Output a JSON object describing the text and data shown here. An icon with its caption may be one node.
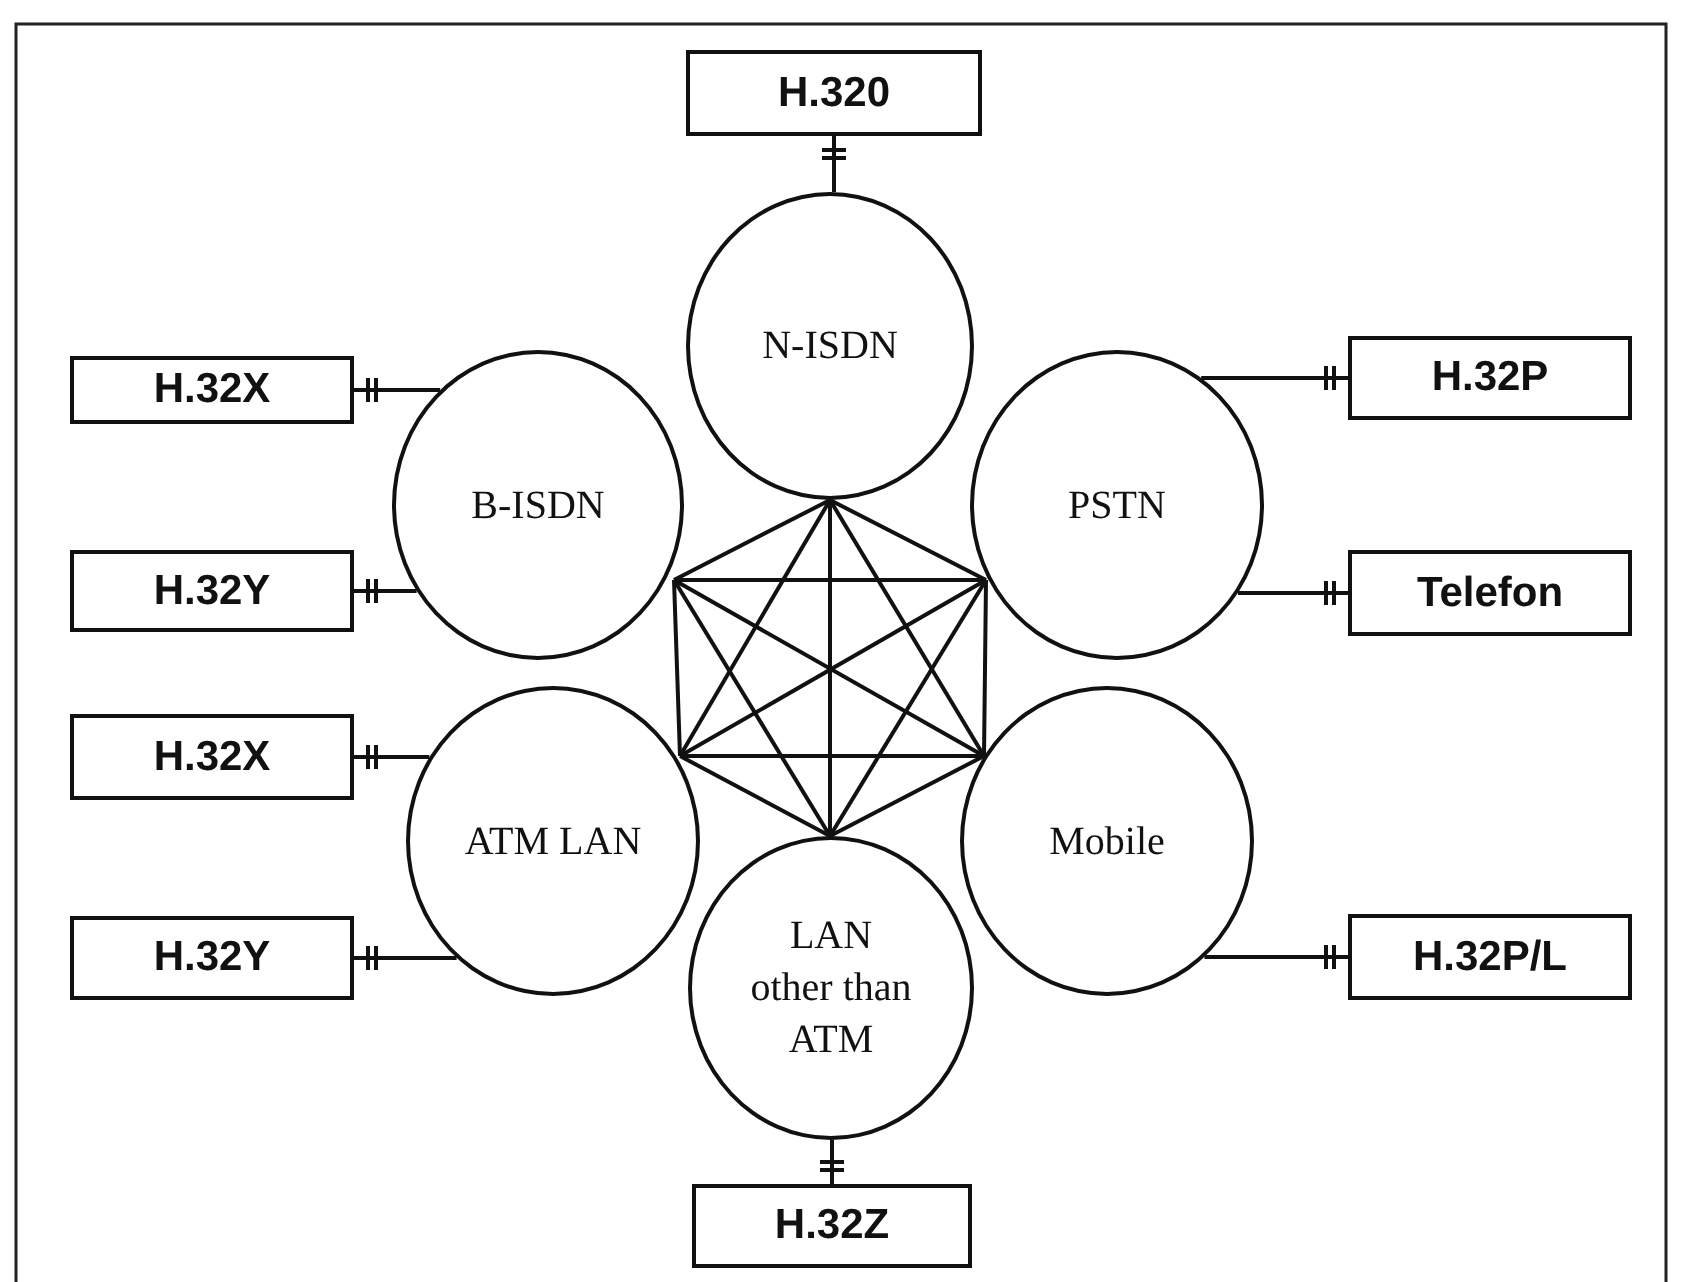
{
  "diagram": {
    "nodes": [
      {
        "text": [
          "H.320"
        ]
      },
      {
        "text": [
          "N-ISDN"
        ]
      },
      {
        "text": [
          "H.32X"
        ]
      },
      {
        "text": [
          "B-ISDN"
        ]
      },
      {
        "text": [
          "PSTN"
        ]
      },
      {
        "text": [
          "H.32P"
        ]
      },
      {
        "text": [
          "H.32Y"
        ]
      },
      {
        "text": [
          "Telefon"
        ]
      },
      {
        "text": [
          "H.32X"
        ]
      },
      {
        "text": [
          "ATM LAN"
        ]
      },
      {
        "text": [
          "Mobile"
        ]
      },
      {
        "text": [
          "H.32Y"
        ]
      },
      {
        "text": [
          "LAN other than ATM"
        ]
      },
      {
        "text": [
          "H.32P/L"
        ]
      },
      {
        "text": [
          "H.32Z"
        ]
      }
    ],
    "edges": [
      {
        "from": 1,
        "to": 0,
        "arrow": "other"
      },
      {
        "from": 3,
        "to": 2,
        "arrow": "other"
      },
      {
        "from": 4,
        "to": 5,
        "arrow": "other"
      },
      {
        "from": 3,
        "to": 6,
        "arrow": "other"
      },
      {
        "from": 4,
        "to": 7,
        "arrow": "other"
      },
      {
        "from": 9,
        "to": 8,
        "arrow": "other"
      },
      {
        "from": 9,
        "to": 11,
        "arrow": "other"
      },
      {
        "from": 10,
        "to": 13,
        "arrow": "other"
      },
      {
        "from": 12,
        "to": 14,
        "arrow": "other"
      },
      {
        "from": 1,
        "to": 3,
        "arrow": "none"
      },
      {
        "from": 1,
        "to": 4,
        "arrow": "none"
      },
      {
        "from": 1,
        "to": 9,
        "arrow": "none"
      },
      {
        "from": 1,
        "to": 10,
        "arrow": "none"
      },
      {
        "from": 1,
        "to": 12,
        "arrow": "none"
      },
      {
        "from": 3,
        "to": 4,
        "arrow": "none"
      },
      {
        "from": 3,
        "to": 9,
        "arrow": "none"
      },
      {
        "from": 3,
        "to": 10,
        "arrow": "none"
      },
      {
        "from": 3,
        "to": 12,
        "arrow": "none"
      },
      {
        "from": 4,
        "to": 9,
        "arrow": "none"
      },
      {
        "from": 4,
        "to": 10,
        "arrow": "none"
      },
      {
        "from": 4,
        "to": 12,
        "arrow": "none"
      },
      {
        "from": 9,
        "to": 10,
        "arrow": "none"
      },
      {
        "from": 9,
        "to": 12,
        "arrow": "none"
      },
      {
        "from": 10,
        "to": 12,
        "arrow": "none"
      }
    ]
  }
}
